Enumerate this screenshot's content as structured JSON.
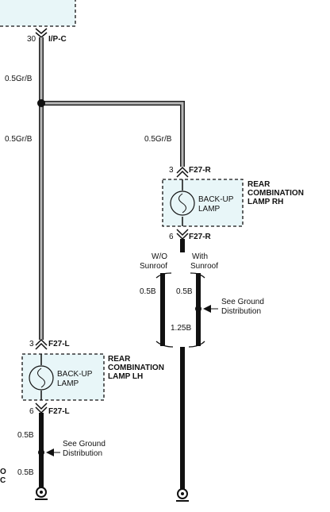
{
  "connectors": {
    "ipc": {
      "pin": "30",
      "name": "I/P-C"
    },
    "f27r_top": {
      "pin": "3",
      "name": "F27-R"
    },
    "f27r_bottom": {
      "pin": "6",
      "name": "F27-R"
    },
    "f27l_top": {
      "pin": "3",
      "name": "F27-L"
    },
    "f27l_bottom": {
      "pin": "6",
      "name": "F27-L"
    }
  },
  "wires": {
    "left_upper": "0.5Gr/B",
    "left_mid": "0.5Gr/B",
    "right_gray": "0.5Gr/B",
    "wo_sunroof": "0.5B",
    "with_sunroof": "0.5B",
    "right_ground": "1.25B",
    "left_ground_1": "0.5B",
    "left_ground_2": "0.5B"
  },
  "lamps": {
    "rh": {
      "name": "BACK-UP LAMP",
      "line1": "BACK-UP",
      "line2": "LAMP",
      "title": [
        "REAR",
        "COMBINATION",
        "LAMP RH"
      ]
    },
    "lh": {
      "name": "BACK-UP LAMP",
      "line1": "BACK-UP",
      "line2": "LAMP",
      "title": [
        "REAR",
        "COMBINATION",
        "LAMP LH"
      ]
    }
  },
  "options": {
    "wo_sunroof": [
      "W/O",
      "Sunroof"
    ],
    "with_sunroof": [
      "With",
      "Sunroof"
    ]
  },
  "notes": {
    "ground_right": [
      "See Ground",
      "Distribution"
    ],
    "ground_left": [
      "See Ground",
      "Distribution"
    ]
  },
  "edge_fragment": [
    "O",
    "C"
  ],
  "colors": {
    "box_fill": "#e8f6f8",
    "wire_gray": "#b8b8b8",
    "wire_black": "#111111"
  }
}
